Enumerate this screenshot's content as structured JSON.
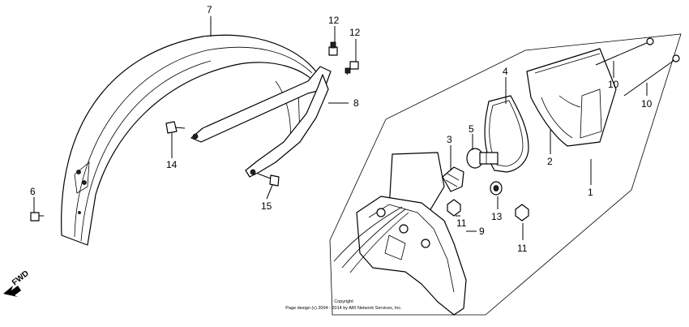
{
  "callouts": {
    "c1": "1",
    "c2": "2",
    "c3": "3",
    "c4": "4",
    "c5": "5",
    "c6": "6",
    "c7": "7",
    "c8": "8",
    "c9": "9",
    "c10a": "10",
    "c10b": "10",
    "c11a": "11",
    "c11b": "11",
    "c12a": "12",
    "c12b": "12",
    "c13": "13",
    "c14": "14",
    "c15": "15"
  },
  "fwd_label": "FWD",
  "copyright": {
    "line1": "Copyright",
    "line2": "Page design (c) 2004 - 2014 by ARI Network Services, Inc."
  }
}
